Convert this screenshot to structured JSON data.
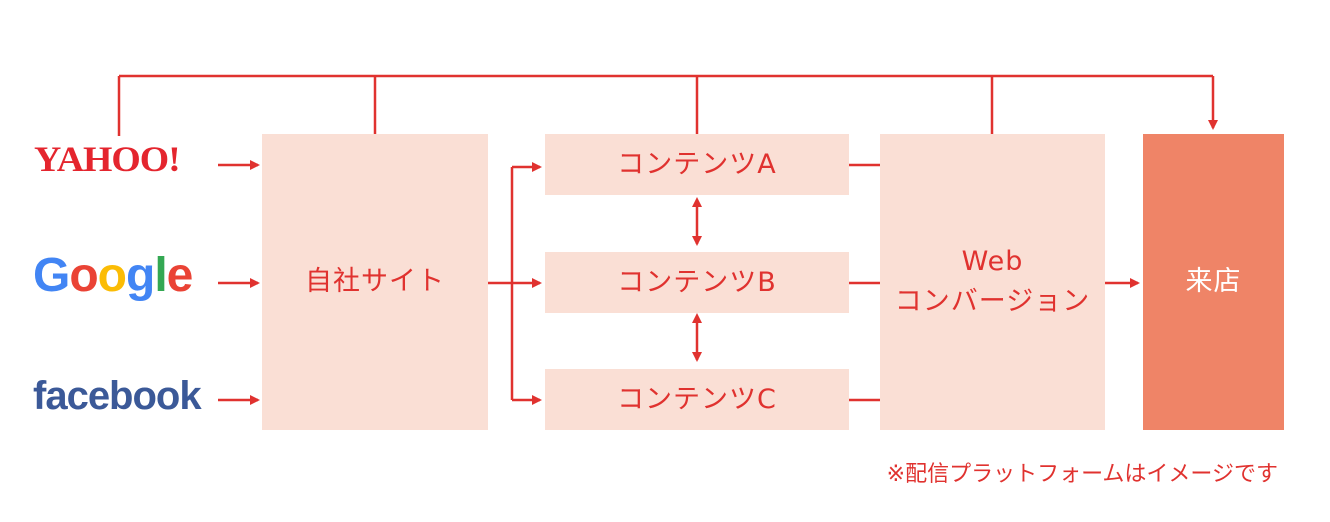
{
  "colors": {
    "accent": "#e0322f",
    "box_fill": "#fadfd5",
    "store_fill": "#ef8467"
  },
  "sources": [
    {
      "name": "YAHOO!",
      "icon": "yahoo-logo"
    },
    {
      "name": "Google",
      "icon": "google-logo"
    },
    {
      "name": "facebook",
      "icon": "facebook-logo"
    }
  ],
  "nodes": {
    "own_site": "自社サイト",
    "content_a": "コンテンツA",
    "content_b": "コンテンツB",
    "content_c": "コンテンツC",
    "web_conversion_line1": "Web",
    "web_conversion_line2": "コンバージョン",
    "store": "来店"
  },
  "note": "※配信プラットフォームはイメージです"
}
